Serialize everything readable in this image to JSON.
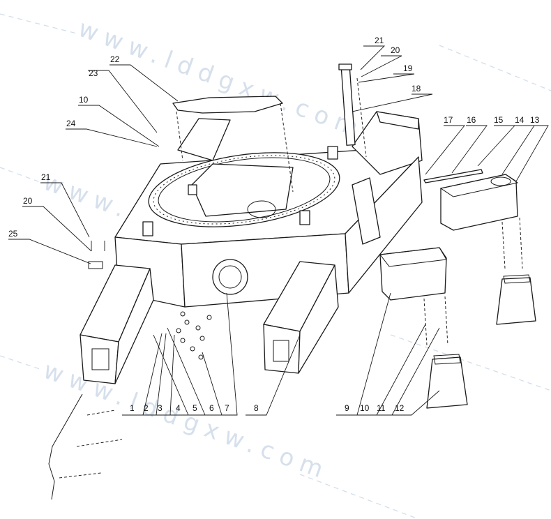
{
  "watermark": {
    "text": "www.lddgxw.com",
    "color": "#c9d6e6"
  },
  "callouts": [
    "1",
    "2",
    "3",
    "4",
    "5",
    "6",
    "7",
    "8",
    "9",
    "10",
    "11",
    "12",
    "13",
    "14",
    "15",
    "16",
    "17",
    "18",
    "19",
    "20",
    "21",
    "22",
    "23",
    "24",
    "25",
    "10",
    "20",
    "21"
  ],
  "colors": {
    "line": "#1a1a1a",
    "background": "#ffffff"
  }
}
